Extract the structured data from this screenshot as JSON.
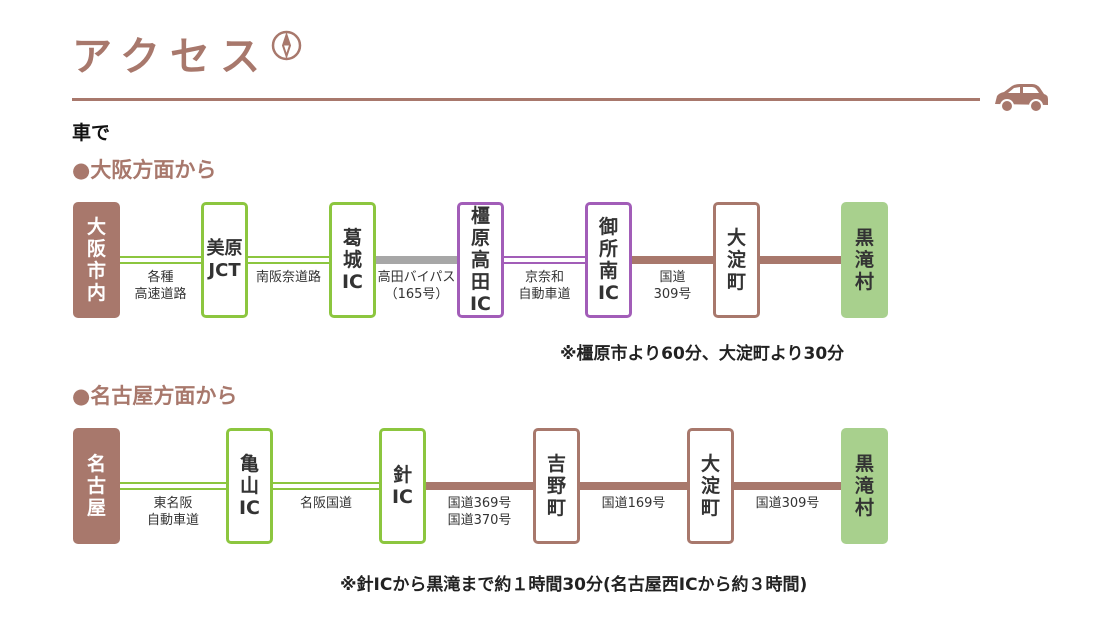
{
  "header": {
    "title": "アクセス",
    "compass_icon": "compass-icon",
    "car_icon": "car-icon",
    "subtitle": "車で"
  },
  "colors": {
    "brown": "#a8786c",
    "green": "#8cc63f",
    "purple": "#a25db8",
    "gray": "#a7a7a7",
    "light_green": "#a8d08d"
  },
  "osaka": {
    "heading": "●大阪方面から",
    "nodes": [
      "大阪市内",
      "美原JCT",
      "葛城IC",
      "橿原高田IC",
      "御所南IC",
      "大淀町",
      "黒滝村"
    ],
    "roads": [
      "各種\n高速道路",
      "南阪奈道路",
      "高田バイパス\n（165号）",
      "京奈和\n自動車道",
      "国道\n309号",
      ""
    ],
    "note": "※橿原市より60分、大淀町より30分"
  },
  "nagoya": {
    "heading": "●名古屋方面から",
    "nodes": [
      "名古屋",
      "亀山IC",
      "針IC",
      "吉野町",
      "大淀町",
      "黒滝村"
    ],
    "roads": [
      "東名阪\n自動車道",
      "名阪国道",
      "国道369号\n国道370号",
      "国道169号",
      "国道309号"
    ],
    "note": "※針ICから黒滝まで約１時間30分(名古屋西ICから約３時間)"
  }
}
